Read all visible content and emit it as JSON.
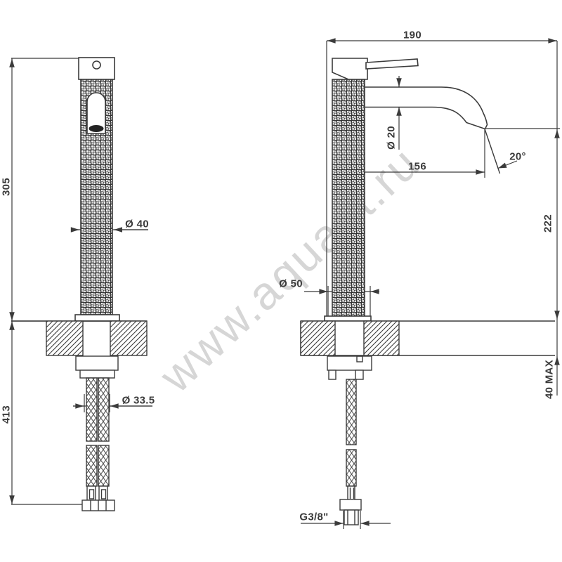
{
  "watermark": "www.aquant.ru",
  "colors": {
    "line": "#3b3b3b",
    "watermark": "#d6d6d6",
    "background": "#ffffff"
  },
  "front_view": {
    "height_to_deck": "305",
    "hose_length_below_deck": "413",
    "body_diameter": "Ø 40",
    "hose_bundle_diameter": "Ø 33.5"
  },
  "side_view": {
    "overall_depth": "190",
    "spout_tube_diameter": "Ø 20",
    "spout_reach": "156",
    "water_flow_angle": "20°",
    "spout_height_above_deck": "222",
    "deck_thickness_max": "40 MAX",
    "base_flange_diameter": "Ø 50",
    "supply_connection": "G3/8\""
  }
}
